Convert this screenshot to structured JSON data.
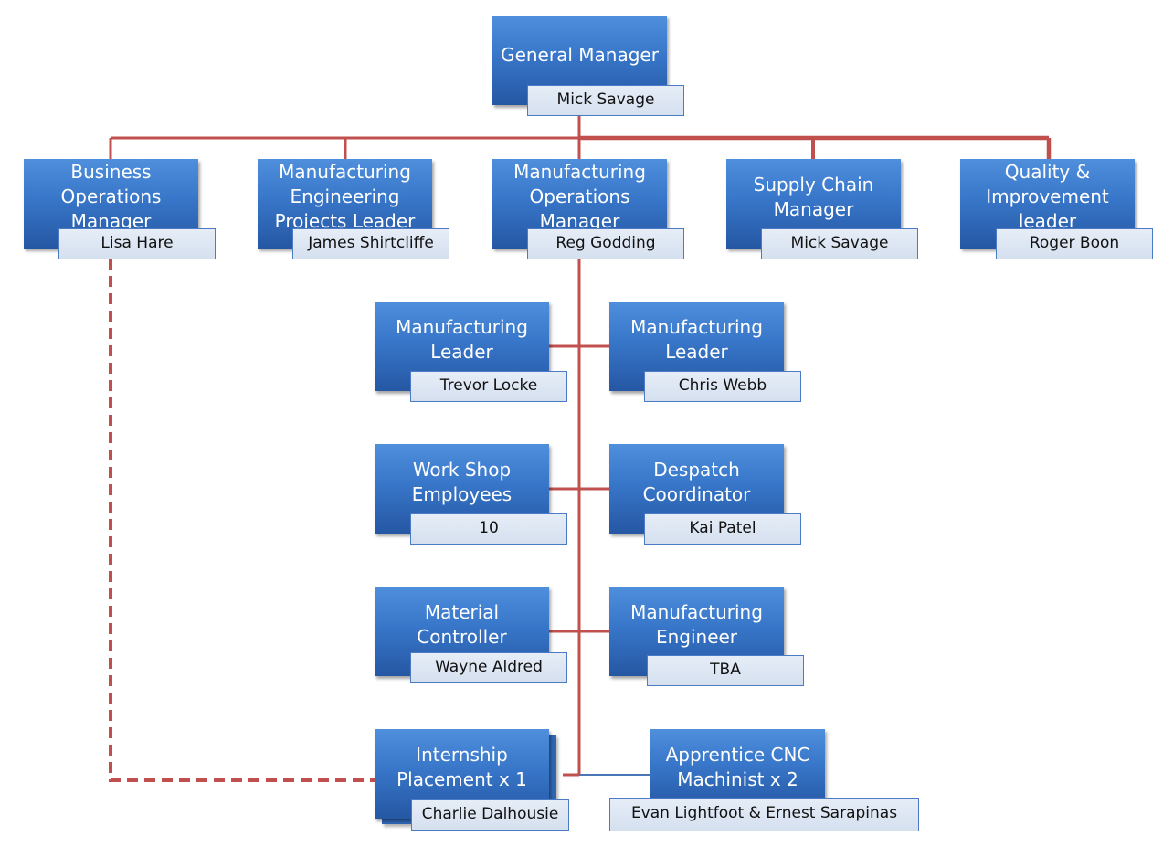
{
  "nodes": {
    "gm": {
      "title": "General Manager",
      "name": "Mick Savage"
    },
    "bom": {
      "title": "Business\nOperations\nManager",
      "name": "Lisa Hare"
    },
    "mepl": {
      "title": "Manufacturing\nEngineering\nProjects Leader",
      "name": "James Shirtcliffe"
    },
    "mom": {
      "title": "Manufacturing\nOperations\nManager",
      "name": "Reg Godding"
    },
    "scm": {
      "title": "Supply Chain\nManager",
      "name": "Mick Savage"
    },
    "qil": {
      "title": "Quality &\nImprovement\nleader",
      "name": "Roger Boon"
    },
    "ml1": {
      "title": "Manufacturing\nLeader",
      "name": "Trevor Locke"
    },
    "ml2": {
      "title": "Manufacturing\nLeader",
      "name": "Chris Webb"
    },
    "wse": {
      "title": "Work Shop\nEmployees",
      "name": "10"
    },
    "dc": {
      "title": "Despatch\nCoordinator",
      "name": "Kai Patel"
    },
    "mc": {
      "title": "Material\nController",
      "name": "Wayne Aldred"
    },
    "me": {
      "title": "Manufacturing\nEngineer",
      "name": "TBA"
    },
    "ip": {
      "title": "Internship\nPlacement x 1",
      "name": "Charlie Dalhousie"
    },
    "acnc": {
      "title": "Apprentice CNC\nMachinist x 2",
      "name": "Evan Lightfoot & Ernest Sarapinas"
    }
  },
  "colors": {
    "box": "#3876c9",
    "connector": "#c0504d",
    "name_border": "#4a7bc4"
  }
}
